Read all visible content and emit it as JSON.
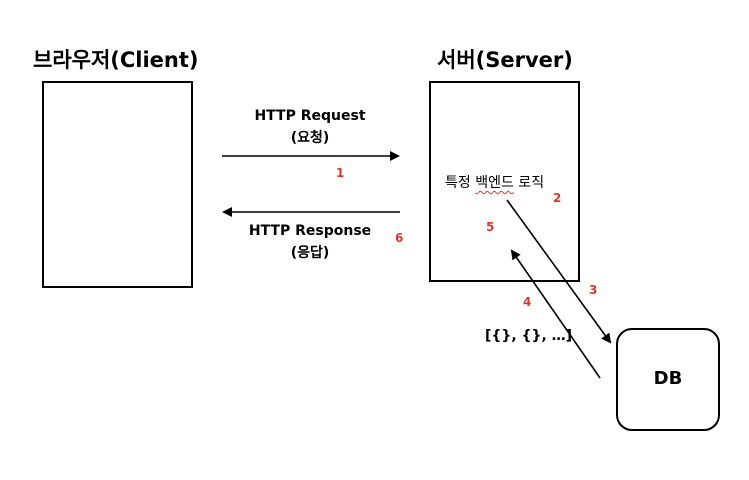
{
  "client": {
    "title": "브라우저(Client)"
  },
  "server": {
    "title": "서버(Server)",
    "logic_prefix": "특정 ",
    "logic_underlined": "백엔드",
    "logic_suffix": " 로직"
  },
  "db": {
    "label": "DB"
  },
  "request": {
    "line1": "HTTP Request",
    "line2": "(요청)"
  },
  "response": {
    "line1": "HTTP Response",
    "line2": "(응답)"
  },
  "db_result": "[{}, {}, …]",
  "steps": {
    "s1": "1",
    "s2": "2",
    "s3": "3",
    "s4": "4",
    "s5": "5",
    "s6": "6"
  },
  "colors": {
    "step": "#d93a2b",
    "line": "#000000"
  }
}
